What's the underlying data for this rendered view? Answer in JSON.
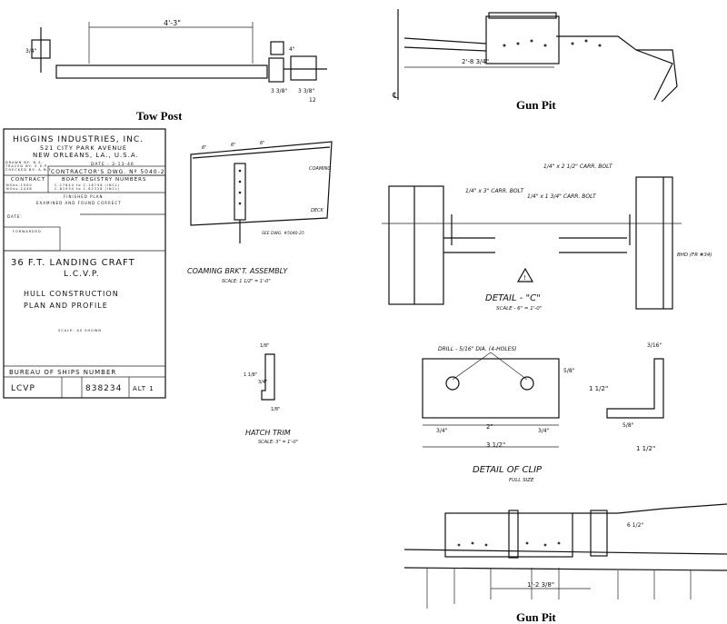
{
  "captions": {
    "tow_post": "Tow Post",
    "gun_pit_top": "Gun Pit",
    "gun_pit_bottom": "Gun Pit"
  },
  "tow_post": {
    "dim_length": "4'-3\"",
    "dim_a": "3/4\"",
    "dim_b": "3 3/8\"",
    "dim_c": "3 3/8\"",
    "dim_d": "12",
    "dim_e": "4\""
  },
  "gun_pit_top": {
    "dim": "2'-8 3/4\"",
    "centerline": "℄"
  },
  "title_block": {
    "company": "HIGGINS INDUSTRIES, INC.",
    "address1": "521 CITY PARK AVENUE",
    "address2": "NEW ORLEANS, LA., U.S.A.",
    "drawn": "DRAWN BY: N.S.",
    "traced": "TRACED BY: E.S.P.",
    "checked": "CHECKED BY: A.M.F.",
    "date": "DATE - 2-13-46",
    "contractor_dwg": "CONTRACTOR'S DWG. Nº 5040-2",
    "contract_label": "CONTRACT",
    "contract1": "NObs-1500",
    "contract2": "NObs-2448",
    "boat_registry": "BOAT REGISTRY NUMBERS",
    "registry1": "C-17844 to C-18748 (INCL)",
    "registry2": "C-81934 to C-82328 (INCL)",
    "finished_plan": "FINISHED PLAN",
    "examined": "EXAMINED AND FOUND CORRECT",
    "date_label": "DATE:",
    "forwarded": "FORWARDED",
    "title1": "36 F.T. LANDING CRAFT",
    "title2": "L.C.V.P.",
    "subtitle1": "HULL CONSTRUCTION",
    "subtitle2": "PLAN AND PROFILE",
    "scale": "SCALE: AS SHOWN",
    "bureau": "BUREAU OF SHIPS NUMBER",
    "lcvp": "LCVP",
    "number": "838234",
    "alt": "ALT 1"
  },
  "coaming": {
    "label_coaming": "COAMING",
    "label_deck": "DECK",
    "see_dwg": "SEE DWG. #5040-25",
    "title": "COAMING BRK'T. ASSEMBLY",
    "scale": "SCALE: 1 1/2\" = 1'-0\"",
    "dim1": "6\"",
    "dim2": "6\"",
    "dim3": "6\""
  },
  "hatch_trim": {
    "title": "HATCH TRIM",
    "scale": "SCALE: 3\" = 1'-0\"",
    "dim_top": "1/8\"",
    "dim_side": "1 1/8\"",
    "dim_mid": "3/4\"",
    "dim_bottom": "1/8\""
  },
  "detail_c": {
    "bolt1": "1/4\" x 2 1/2\" CARR. BOLT",
    "bolt2": "1/4\" x 3\" CARR. BOLT",
    "bolt3": "1/4\" x 1 3/4\" CARR. BOLT",
    "bhd": "BHD (FR #34)",
    "title": "DETAIL - \"C\"",
    "scale": "SCALE - 6\" = 1'-0\"",
    "warning": "!"
  },
  "clip": {
    "drill": "DRILL - 5/16\" DIA. (4-HOLES)",
    "d1": "3/4\"",
    "d2": "2\"",
    "d3": "3/4\"",
    "total": "3 1/2\"",
    "h1": "5/8\"",
    "h2": "1 1/2\"",
    "t1": "3/16\"",
    "t2": "5/8\"",
    "w": "1 1/2\"",
    "title": "DETAIL OF CLIP",
    "scale": "FULL SIZE"
  },
  "gun_pit_bottom": {
    "dim": "1'-2 3/8\"",
    "dim_h": "6 1/2\""
  }
}
